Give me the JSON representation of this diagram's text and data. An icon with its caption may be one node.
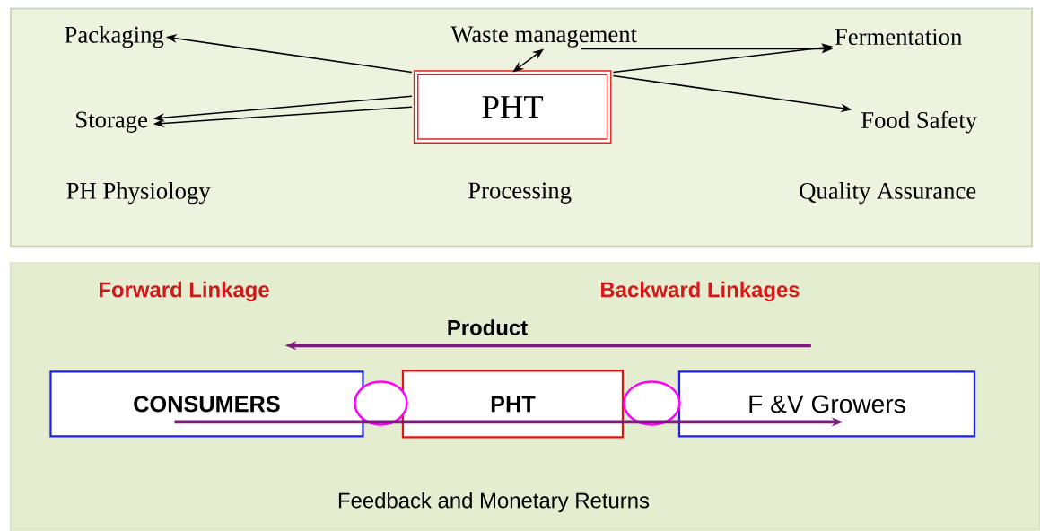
{
  "diagram": {
    "nodes": [
      {
        "text": [],
        "shape": "box"
      },
      {
        "text": [
          "Packaging"
        ],
        "in": 0
      },
      {
        "text": [
          "Waste management"
        ],
        "in": 0
      },
      {
        "text": [
          "Fermentation"
        ],
        "in": 0
      },
      {
        "text": [
          "PHT"
        ],
        "in": 0
      },
      {
        "text": [
          "Storage"
        ],
        "in": 0
      },
      {
        "text": [
          "Food Safety"
        ],
        "in": 0
      },
      {
        "text": [
          "PH Physiology"
        ],
        "in": 0
      },
      {
        "text": [
          "Processing"
        ],
        "in": 0
      },
      {
        "text": [
          "Quality Assurance"
        ],
        "in": 0
      },
      {
        "text": [],
        "shape": "box"
      },
      {
        "text": [
          "CONSUMERS"
        ],
        "in": 10
      },
      {
        "text": [],
        "shape": "circle",
        "in": 10
      },
      {
        "text": [
          "PHT"
        ],
        "in": 10
      },
      {
        "text": [],
        "shape": "circle",
        "in": 10
      },
      {
        "text": [
          "F &V Growers"
        ],
        "in": 10
      }
    ],
    "edges": [
      {
        "from": 4,
        "to": 1,
        "arrow": "to"
      },
      {
        "from": 4,
        "to": 5,
        "arrow": "to"
      },
      {
        "from": 4,
        "to": 5,
        "arrow": "to"
      },
      {
        "from": 4,
        "to": 2,
        "arrow": "both"
      },
      {
        "from": 4,
        "to": 3,
        "arrow": "to"
      },
      {
        "from": 4,
        "to": 6,
        "arrow": "to"
      },
      {
        "from": 2,
        "to": 3,
        "arrow": "to"
      },
      {
        "from": 15,
        "to": 11,
        "arrow": "to",
        "label": "Product",
        "style": "thick",
        "color": "#7a1a7a"
      },
      {
        "from": 11,
        "to": 13,
        "arrow": "none",
        "style": "thick",
        "color": "#7a1a7a"
      },
      {
        "from": 13,
        "to": 15,
        "arrow": "to",
        "style": "thick",
        "color": "#7a1a7a"
      }
    ],
    "labels": [
      "Forward Linkage",
      "Backward Linkages",
      "Feedback and Monetary Returns"
    ]
  }
}
